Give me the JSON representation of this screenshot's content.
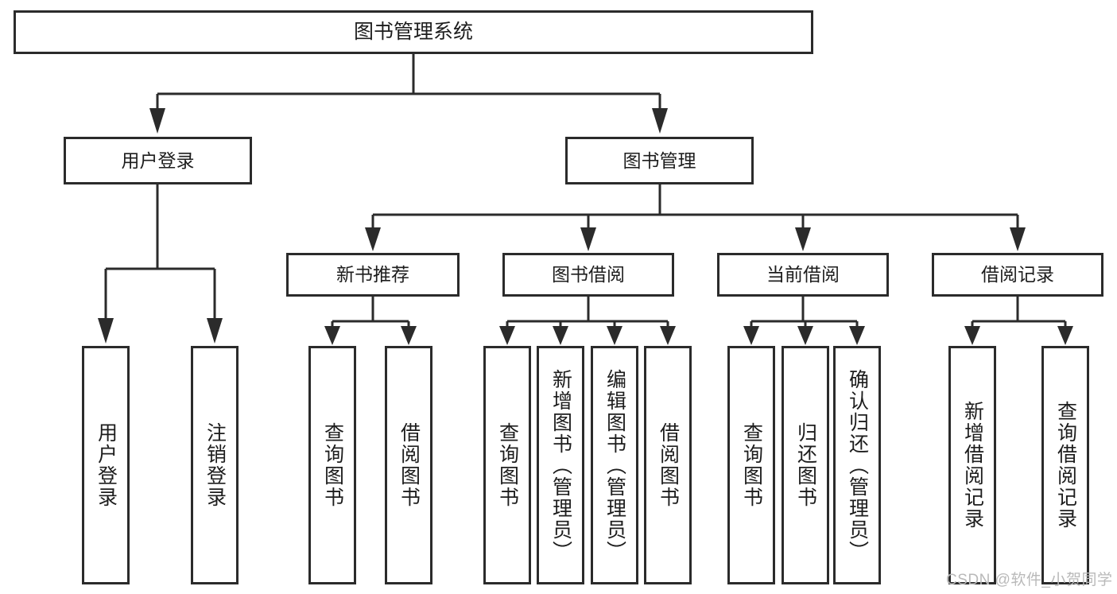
{
  "diagram": {
    "type": "tree-hierarchy",
    "title": "图书管理系统",
    "watermark": "CSDN @软件_小贺同学",
    "colors": {
      "stroke": "#2b2b2b",
      "box_fill": "#ffffff",
      "text": "#1d1d1d",
      "background": "#ffffff",
      "watermark": "#b9b9b9"
    },
    "nodes": {
      "root": {
        "label": "图书管理系统"
      },
      "level2": [
        {
          "id": "user-login",
          "label": "用户登录"
        },
        {
          "id": "book-manage",
          "label": "图书管理"
        }
      ],
      "level3": [
        {
          "id": "new-book-recommend",
          "label": "新书推荐"
        },
        {
          "id": "book-borrow",
          "label": "图书借阅"
        },
        {
          "id": "current-borrow",
          "label": "当前借阅"
        },
        {
          "id": "borrow-record",
          "label": "借阅记录"
        }
      ],
      "leaves": [
        {
          "id": "leaf-user-login",
          "parent": "user-login",
          "label": "用户登录"
        },
        {
          "id": "leaf-logout",
          "parent": "user-login",
          "label": "注销登录"
        },
        {
          "id": "leaf-query-book-1",
          "parent": "new-book-recommend",
          "label": "查询图书"
        },
        {
          "id": "leaf-borrow-book-1",
          "parent": "new-book-recommend",
          "label": "借阅图书"
        },
        {
          "id": "leaf-query-book-2",
          "parent": "book-borrow",
          "label": "查询图书"
        },
        {
          "id": "leaf-add-book-admin",
          "parent": "book-borrow",
          "label": "新增图书（管理员）"
        },
        {
          "id": "leaf-edit-book-admin",
          "parent": "book-borrow",
          "label": "编辑图书（管理员）"
        },
        {
          "id": "leaf-borrow-book-2",
          "parent": "book-borrow",
          "label": "借阅图书"
        },
        {
          "id": "leaf-query-book-3",
          "parent": "current-borrow",
          "label": "查询图书"
        },
        {
          "id": "leaf-return-book",
          "parent": "current-borrow",
          "label": "归还图书"
        },
        {
          "id": "leaf-confirm-return-admin",
          "parent": "current-borrow",
          "label": "确认归还（管理员）"
        },
        {
          "id": "leaf-add-record",
          "parent": "borrow-record",
          "label": "新增借阅记录"
        },
        {
          "id": "leaf-query-record",
          "parent": "borrow-record",
          "label": "查询借阅记录"
        }
      ]
    }
  }
}
